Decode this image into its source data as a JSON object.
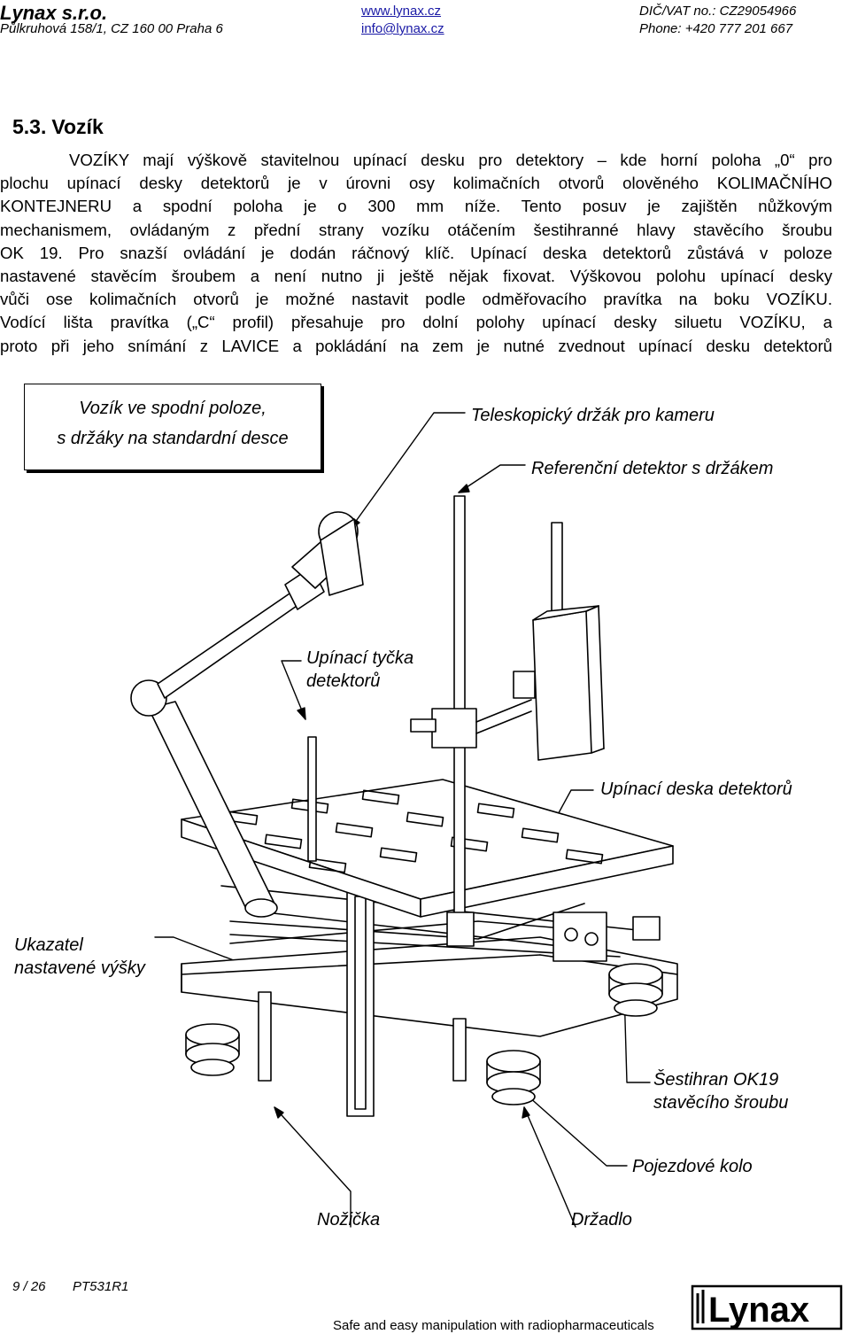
{
  "header": {
    "company": "Lynax s.r.o.",
    "address": "Půlkruhová 158/1, CZ 160 00 Praha 6",
    "website": "www.lynax.cz",
    "email": "info@lynax.cz",
    "vat": "DIČ/VAT no.: CZ29054966",
    "phone": "Phone: +420 777 201 667"
  },
  "section": {
    "number": "5.3.",
    "title": "Vozík"
  },
  "paragraph": {
    "lines": [
      "VOZÍKY mají výškově stavitelnou upínací desku pro detektory – kde horní poloha „0“ pro",
      "plochu upínací desky detektorů je v úrovni osy kolimačních otvorů olověného KOLIMAČNÍHO",
      "KONTEJNERU a spodní poloha je o 300 mm níže. Tento posuv je zajištěn nůžkovým",
      "mechanismem, ovládaným z přední strany vozíku otáčením šestihranné hlavy stavěcího šroubu",
      "OK 19. Pro snazší ovládání je dodán ráčnový klíč. Upínací deska detektorů zůstává v poloze",
      "nastavené stavěcím šroubem a není nutno ji ještě nějak fixovat. Výškovou polohu upínací desky",
      "vůči ose kolimačních otvorů je možné nastavit podle odměřovacího pravítka na boku VOZÍKU.",
      "Vodící lišta pravítka („C“ profil) přesahuje pro dolní polohy upínací desky siluetu VOZÍKU, a",
      "proto při jeho snímání z LAVICE a pokládání na zem je nutné zvednout upínací desku detektorů"
    ]
  },
  "figure": {
    "caption_box": {
      "line1": "Vozík ve spodní poloze,",
      "line2": "s držáky na standardní desce"
    },
    "labels": {
      "telescopic": "Teleskopický držák pro kameru",
      "reference": "Referenční detektor s držákem",
      "rod_1": "Upínací tyčka",
      "rod_2": "detektorů",
      "plate": "Upínací deska detektorů",
      "indicator_1": "Ukazatel",
      "indicator_2": "nastavené výšky",
      "hex_1": "Šestihran OK19",
      "hex_2": "stavěcího šroubu",
      "wheel": "Pojezdové kolo",
      "leg": "Nožička",
      "handle": "Držadlo"
    }
  },
  "footer": {
    "page": "9 / 26",
    "doc_code": "PT531R1",
    "slogan": "Safe and easy manipulation with radiopharmaceuticals",
    "logo_text": "Lynax"
  }
}
